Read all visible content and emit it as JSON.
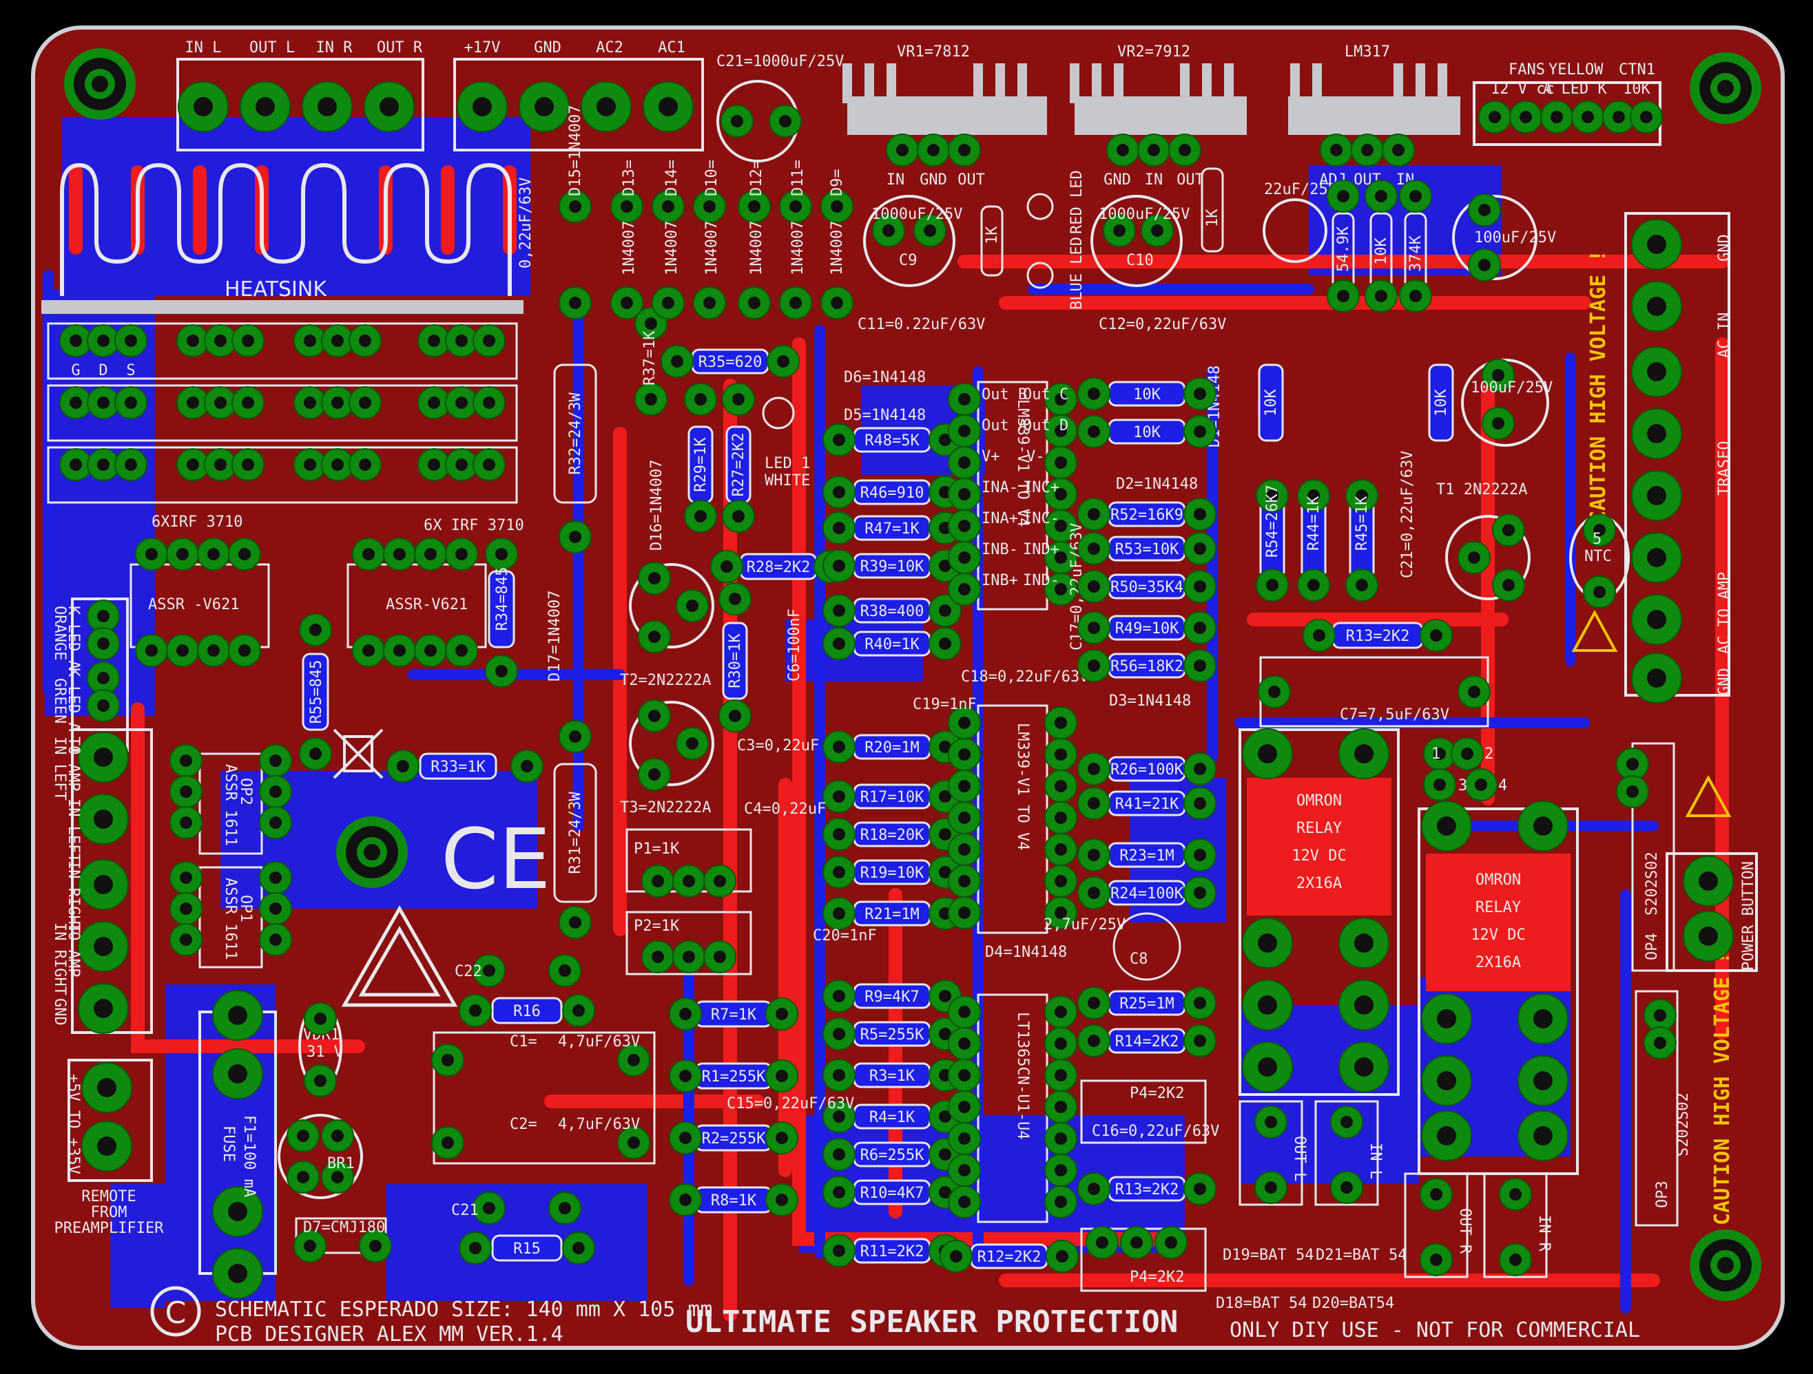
{
  "board": {
    "title": "ULTIMATE SPEAKER PROTECTION",
    "credits_line1": "SCHEMATIC  ESPERADO  SIZE: 140 mm X 105 mm",
    "credits_line2": "PCB DESIGNER  ALEX MM   VER.1.4",
    "license": "ONLY DIY USE - NOT FOR COMMERCIAL",
    "copyright_symbol": "C",
    "ce_mark": "CE",
    "colors": {
      "background": "#000000",
      "board": "#8a0f0f",
      "top_copper": "#ee1c1c",
      "bottom_copper": "#1e1ee6",
      "pad": "#0e8a0e",
      "silk": "#e8e8ec",
      "caution": "#f2c400"
    }
  },
  "connectors": {
    "audio": [
      "IN L",
      "OUT L",
      "IN R",
      "OUT R"
    ],
    "power": [
      "+17V",
      "GND",
      "AC2",
      "AC1"
    ],
    "fans": [
      "FANS",
      "12 V cc",
      "YELLOW",
      "A LED K",
      "CTN1",
      "10K"
    ],
    "right_terminal": [
      "GND",
      "AC IN",
      "TRASFO",
      "AC TO AMP",
      "GND"
    ],
    "left_side": [
      "ORANGE",
      "K LED A",
      "GREEN",
      "K LED A",
      "IN LEFT",
      "TO AMP",
      "IN LEFT",
      "IN RIGHT",
      "TO AMP",
      "IN RIGHT",
      "GND"
    ],
    "remote": [
      "+5V TO +35V",
      "REMOTE",
      "FROM",
      "PREAMPLIFIER"
    ],
    "power_button": "POWER BUTTON",
    "caution": "CAUTION HIGH VOLTAGE !"
  },
  "regulators": [
    "VR1=7812",
    "VR2=7912",
    "LM317"
  ],
  "regulator_pins": [
    [
      "IN",
      "GND",
      "OUT"
    ],
    [
      "GND",
      "IN",
      "OUT"
    ],
    [
      "ADJ",
      "OUT",
      "IN"
    ]
  ],
  "heatsink": "HEATSINK",
  "mosfets": [
    "6XIRF 3710",
    "6X IRF 3710"
  ],
  "gds": [
    "G",
    "D",
    "S"
  ],
  "ssr": [
    "ASSR -V621",
    "ASSR-V621"
  ],
  "opto": [
    "ASSR 1611",
    "OP2",
    "ASSR 1611",
    "OP1"
  ],
  "relays": [
    {
      "brand": "OMRON",
      "type": "RELAY",
      "voltage": "12V DC",
      "rating": "2X16A"
    },
    {
      "brand": "OMRON",
      "type": "RELAY",
      "voltage": "12V DC",
      "rating": "2X16A"
    }
  ],
  "ics": [
    "LM339-V1 TO V4",
    "LM339-V1 TO V4",
    "LT1365CN-U1-U4"
  ],
  "ic_pins_left": [
    "Out B",
    "Out A",
    "V+",
    "INA-",
    "INA+",
    "INB-",
    "INB+"
  ],
  "ic_pins_right": [
    "Out C",
    "Out D",
    "V-",
    "INC+",
    "INC-",
    "IND+",
    "IND-"
  ],
  "resistors_mid": [
    "R35=620",
    "R48=5K",
    "R46=910",
    "R47=1K",
    "R39=10K",
    "R38=400",
    "R40=1K",
    "R20=1M",
    "R17=10K",
    "R18=20K",
    "R19=10K",
    "R21=1M",
    "R9=4K7",
    "R5=255K",
    "R3=1K",
    "R4=1K",
    "R6=255K",
    "R10=4K7",
    "R11=2K2",
    "R12=2K2"
  ],
  "resistors_right": [
    "10K",
    "10K",
    "R52=16K9",
    "R53=10K",
    "R50=35K4",
    "R49=10K",
    "R56=18K2",
    "R26=100K",
    "R41=21K",
    "R23=1M",
    "R24=100K",
    "R25=1M",
    "R14=2K2",
    "R13=2K2"
  ],
  "resistors_left": [
    "R7=1K",
    "R1=255K",
    "R2=255K",
    "R8=1K",
    "R16",
    "R15",
    "R33=1K",
    "R34=845",
    "R55=845",
    "R32=24/3W",
    "R31=24/3W",
    "R37=1K",
    "R29=1K",
    "R27=2K2",
    "R28=2K2",
    "R30=1K"
  ],
  "resistors_vert": [
    "54.9K",
    "10K",
    "374K",
    "R54=26K7",
    "R44=1K",
    "R45=1K",
    "10K",
    "10K",
    "1K",
    "1K"
  ],
  "capacitors": [
    "C21=1000uF/25V",
    "0,22uF/63V",
    "1000uF/25V",
    "C9",
    "1000uF/25V",
    "C10",
    "C11=0.22uF/63V",
    "C12=0,22uF/63V",
    "22uF/25V",
    "100uF/25V",
    "100uF/25V",
    "C21=0,22uF/63V",
    "C7=7,5uF/63V",
    "C17=0,22uF/63V",
    "C18=0,22uF/63V",
    "C19=1nF",
    "C6=100nF",
    "C3=0,22uF",
    "C4=0,22uF",
    "C20=1nF",
    "2,7uF/25V",
    "C8",
    "C15=0,22uF/63V",
    "C16=0,22uF/63V",
    "C22",
    "C21",
    "C1=",
    "4,7uF/63V",
    "C2=",
    "4,7uF/63V"
  ],
  "diodes": [
    "D15=1N4007",
    "D13=",
    "1N4007",
    "D14=",
    "1N4007",
    "D10=",
    "1N4007",
    "D12=",
    "1N4007",
    "D11=",
    "1N4007",
    "D9=",
    "1N4007",
    "D6=1N4148",
    "D5=1N4148",
    "D1=1N4148",
    "D2=1N4148",
    "D3=1N4148",
    "D4=1N4148",
    "D16=1N4007",
    "D17=1N4007",
    "D19=BAT 54",
    "D21=BAT 54",
    "D18=BAT 54",
    "D20=BAT54",
    "D7=CMJ180"
  ],
  "transistors": [
    "T1 2N2222A",
    "T2=2N2222A",
    "T3=2N2222A"
  ],
  "trimmers": [
    "P1=1K",
    "P2=1K",
    "P4=2K2",
    "P4=2K2"
  ],
  "leds": [
    "LED 1",
    "WHITE",
    "RED LED",
    "BLUE LED"
  ],
  "misc": [
    "VDR1",
    "31 V",
    "F1=100 mA",
    "FUSE",
    "BR1",
    "NTC",
    "5",
    "S202S02",
    "OP4",
    "OP3"
  ],
  "terminal_numbers": [
    "1",
    "2",
    "3",
    "4"
  ],
  "relay_terminals": [
    "OUT L",
    "IN L",
    "OUT R",
    "IN R"
  ]
}
